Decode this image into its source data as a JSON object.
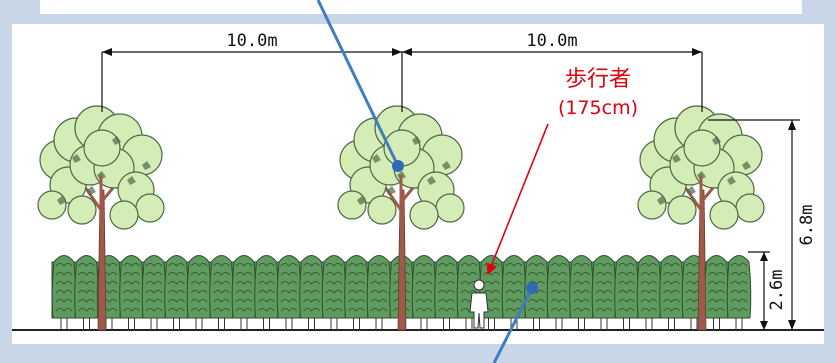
{
  "dimensions": {
    "tree_spacing_left": "10.0m",
    "tree_spacing_right": "10.0m",
    "tree_height": "6.8m",
    "hedge_height": "2.6m"
  },
  "pedestrian": {
    "label": "歩行者",
    "height": "(175cm)"
  },
  "colors": {
    "background": "#c9d6e8",
    "panel": "#ffffff",
    "canopy": "#d4ecb6",
    "canopy_outline": "#4a6a44",
    "trunk": "#a05a4a",
    "hedge": "#5f9a5f",
    "hedge_outline": "#2e4e2e",
    "pointer_line": "#3f7cc0",
    "annotation": "#e0000f"
  }
}
